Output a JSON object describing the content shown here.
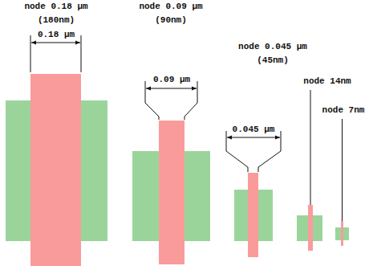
{
  "diagram": {
    "labels": [
      "node 0.18 μm",
      "(180nm)",
      "0.18 μm",
      "node 0.09 μm",
      "(90nm)",
      "0.09 μm",
      "node 0.045 μm",
      "(45nm)",
      "0.045 μm",
      "node 14nm",
      "node 7nm"
    ]
  }
}
